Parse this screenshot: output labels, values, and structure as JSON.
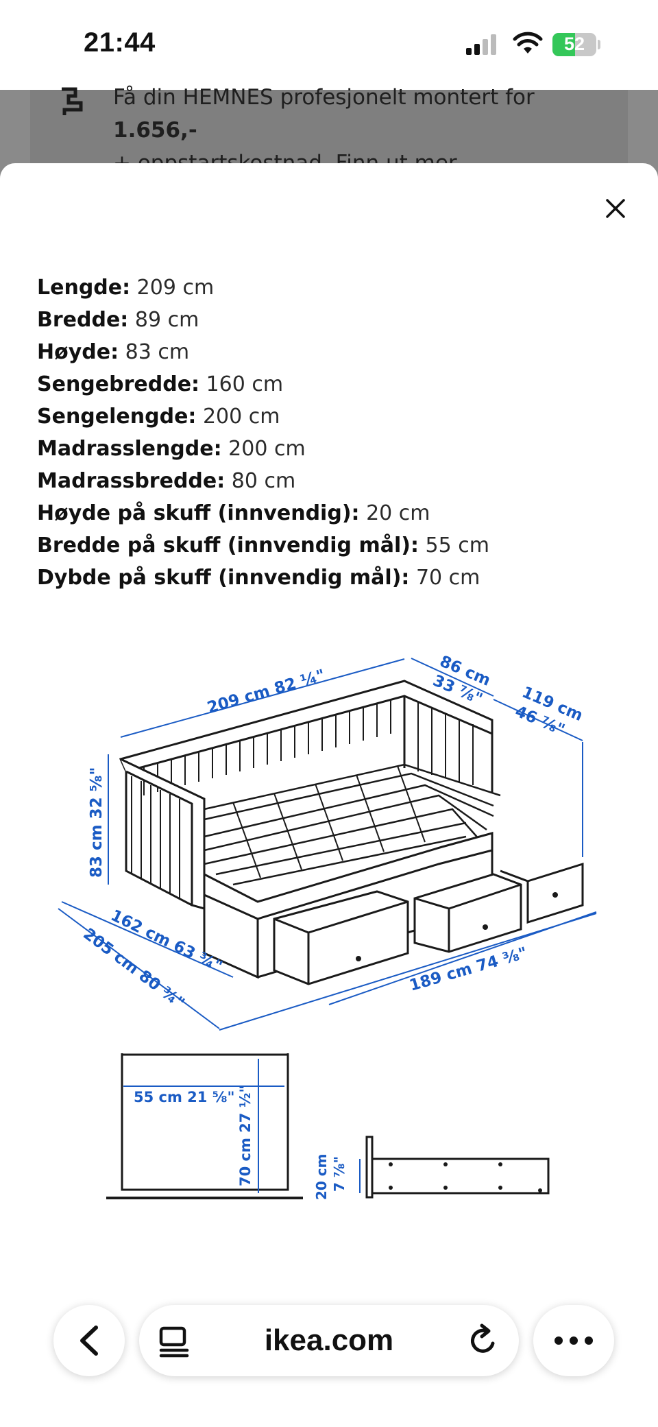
{
  "status_bar": {
    "time": "21:44",
    "battery": "52"
  },
  "banner": {
    "line1_prefix": "Få din HEMNES profesjonelt montert for ",
    "price": "1.656,-",
    "line2_prefix": "+ oppstartskostnad. ",
    "link": "Finn ut mer"
  },
  "specs": [
    {
      "label": "Lengde:",
      "value": "209 cm"
    },
    {
      "label": "Bredde:",
      "value": "89 cm"
    },
    {
      "label": "Høyde:",
      "value": "83 cm"
    },
    {
      "label": "Sengebredde:",
      "value": "160 cm"
    },
    {
      "label": "Sengelengde:",
      "value": "200 cm"
    },
    {
      "label": "Madrasslengde:",
      "value": "200 cm"
    },
    {
      "label": "Madrassbredde:",
      "value": "80 cm"
    },
    {
      "label": "Høyde på skuff (innvendig):",
      "value": "20 cm"
    },
    {
      "label": "Bredde på skuff (innvendig mål):",
      "value": "55 cm"
    },
    {
      "label": "Dybde på skuff (innvendig mål):",
      "value": "70 cm"
    }
  ],
  "diagram": {
    "top_length": "209 cm 82 ¼\"",
    "depth": "86 cm",
    "depth_in": "33 ⅞\"",
    "ext_depth": "119 cm",
    "ext_depth_in": "46 ⅞\"",
    "height": "83 cm 32 ⅝\"",
    "side1": "162 cm 63 ¾\"",
    "side2": "205 cm 80 ¾\"",
    "front_length": "189 cm 74 ⅜\"",
    "drawer_width": "55 cm 21 ⅝\"",
    "drawer_depth": "70 cm 27 ½\"",
    "drawer_height": "20 cm",
    "drawer_height_in": "7 ⅞\""
  },
  "browser": {
    "url": "ikea.com"
  },
  "colors": {
    "dimension_blue": "#1a5bc4",
    "line_dark": "#1a1a1a"
  }
}
